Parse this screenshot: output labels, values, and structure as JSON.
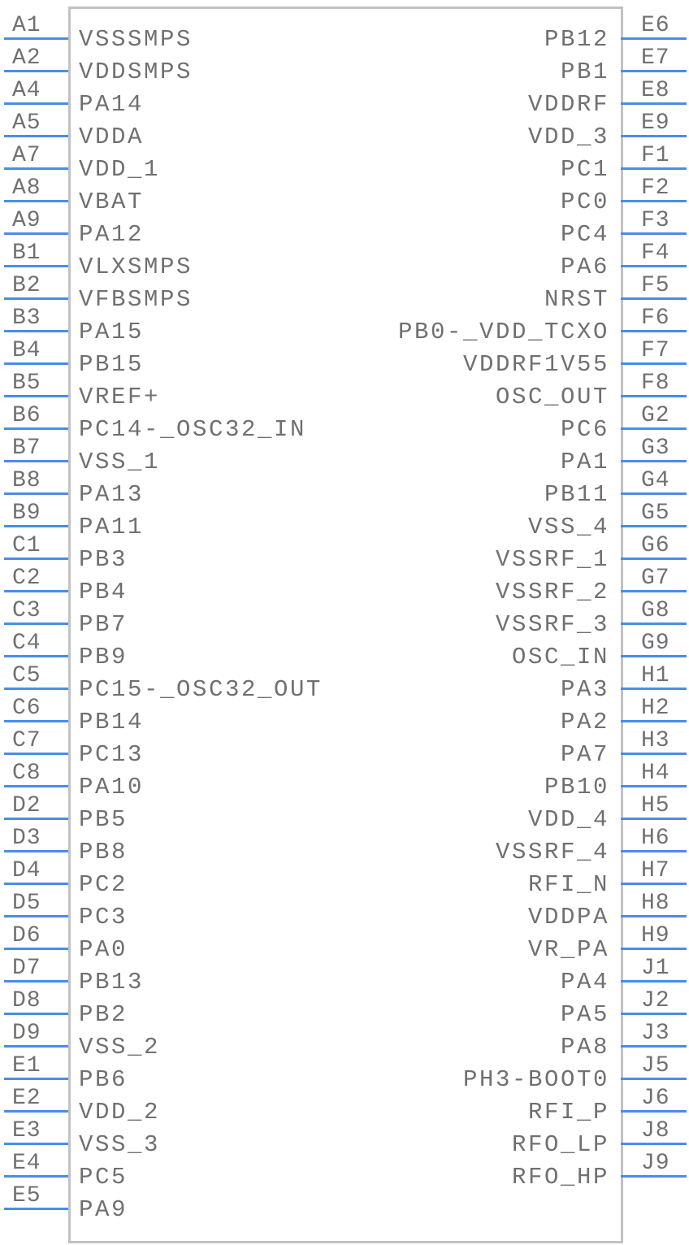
{
  "colors": {
    "pin": "#4a8de8",
    "border": "#c2c2c2",
    "text": "#707070"
  },
  "left_pins": [
    {
      "num": "A1",
      "name": "VSSSMPS"
    },
    {
      "num": "A2",
      "name": "VDDSMPS"
    },
    {
      "num": "A4",
      "name": "PA14"
    },
    {
      "num": "A5",
      "name": "VDDA"
    },
    {
      "num": "A7",
      "name": "VDD_1"
    },
    {
      "num": "A8",
      "name": "VBAT"
    },
    {
      "num": "A9",
      "name": "PA12"
    },
    {
      "num": "B1",
      "name": "VLXSMPS"
    },
    {
      "num": "B2",
      "name": "VFBSMPS"
    },
    {
      "num": "B3",
      "name": "PA15"
    },
    {
      "num": "B4",
      "name": "PB15"
    },
    {
      "num": "B5",
      "name": "VREF+"
    },
    {
      "num": "B6",
      "name": "PC14-_OSC32_IN"
    },
    {
      "num": "B7",
      "name": "VSS_1"
    },
    {
      "num": "B8",
      "name": "PA13"
    },
    {
      "num": "B9",
      "name": "PA11"
    },
    {
      "num": "C1",
      "name": "PB3"
    },
    {
      "num": "C2",
      "name": "PB4"
    },
    {
      "num": "C3",
      "name": "PB7"
    },
    {
      "num": "C4",
      "name": "PB9"
    },
    {
      "num": "C5",
      "name": "PC15-_OSC32_OUT"
    },
    {
      "num": "C6",
      "name": "PB14"
    },
    {
      "num": "C7",
      "name": "PC13"
    },
    {
      "num": "C8",
      "name": "PA10"
    },
    {
      "num": "D2",
      "name": "PB5"
    },
    {
      "num": "D3",
      "name": "PB8"
    },
    {
      "num": "D4",
      "name": "PC2"
    },
    {
      "num": "D5",
      "name": "PC3"
    },
    {
      "num": "D6",
      "name": "PA0"
    },
    {
      "num": "D7",
      "name": "PB13"
    },
    {
      "num": "D8",
      "name": "PB2"
    },
    {
      "num": "D9",
      "name": "VSS_2"
    },
    {
      "num": "E1",
      "name": "PB6"
    },
    {
      "num": "E2",
      "name": "VDD_2"
    },
    {
      "num": "E3",
      "name": "VSS_3"
    },
    {
      "num": "E4",
      "name": "PC5"
    },
    {
      "num": "E5",
      "name": "PA9"
    }
  ],
  "right_pins": [
    {
      "num": "E6",
      "name": "PB12"
    },
    {
      "num": "E7",
      "name": "PB1"
    },
    {
      "num": "E8",
      "name": "VDDRF"
    },
    {
      "num": "E9",
      "name": "VDD_3"
    },
    {
      "num": "F1",
      "name": "PC1"
    },
    {
      "num": "F2",
      "name": "PC0"
    },
    {
      "num": "F3",
      "name": "PC4"
    },
    {
      "num": "F4",
      "name": "PA6"
    },
    {
      "num": "F5",
      "name": "NRST"
    },
    {
      "num": "F6",
      "name": "PB0-_VDD_TCXO"
    },
    {
      "num": "F7",
      "name": "VDDRF1V55"
    },
    {
      "num": "F8",
      "name": "OSC_OUT"
    },
    {
      "num": "G2",
      "name": "PC6"
    },
    {
      "num": "G3",
      "name": "PA1"
    },
    {
      "num": "G4",
      "name": "PB11"
    },
    {
      "num": "G5",
      "name": "VSS_4"
    },
    {
      "num": "G6",
      "name": "VSSRF_1"
    },
    {
      "num": "G7",
      "name": "VSSRF_2"
    },
    {
      "num": "G8",
      "name": "VSSRF_3"
    },
    {
      "num": "G9",
      "name": "OSC_IN"
    },
    {
      "num": "H1",
      "name": "PA3"
    },
    {
      "num": "H2",
      "name": "PA2"
    },
    {
      "num": "H3",
      "name": "PA7"
    },
    {
      "num": "H4",
      "name": "PB10"
    },
    {
      "num": "H5",
      "name": "VDD_4"
    },
    {
      "num": "H6",
      "name": "VSSRF_4"
    },
    {
      "num": "H7",
      "name": "RFI_N"
    },
    {
      "num": "H8",
      "name": "VDDPA"
    },
    {
      "num": "H9",
      "name": "VR_PA"
    },
    {
      "num": "J1",
      "name": "PA4"
    },
    {
      "num": "J2",
      "name": "PA5"
    },
    {
      "num": "J3",
      "name": "PA8"
    },
    {
      "num": "J5",
      "name": "PH3-BOOT0"
    },
    {
      "num": "J6",
      "name": "RFI_P"
    },
    {
      "num": "J8",
      "name": "RFO_LP"
    },
    {
      "num": "J9",
      "name": "RFO_HP"
    }
  ]
}
